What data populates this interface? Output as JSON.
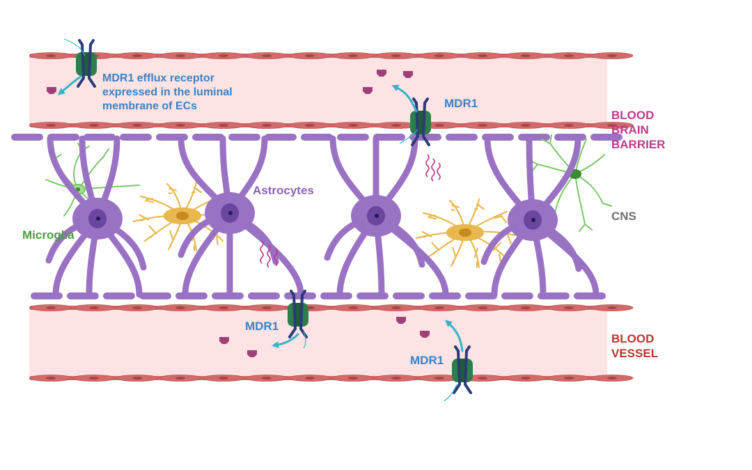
{
  "labels": {
    "mdr1_main_line1": "MDR1 efflux receptor",
    "mdr1_main_line2": "expressed in the luminal",
    "mdr1_main_line3": "membrane of ECs",
    "mdr1_top": "MDR1",
    "mdr1_bottom_left": "MDR1",
    "mdr1_bottom_right": "MDR1",
    "astrocytes": "Astrocytes",
    "microglia": "Microglia",
    "cns": "CNS",
    "bbb_line1": "BLOOD",
    "bbb_line2": "BRAIN",
    "bbb_line3": "BARRIER",
    "vessel_line1": "BLOOD",
    "vessel_line2": "VESSEL"
  },
  "colors": {
    "vessel_fill": "#fde3e3",
    "endothelium": "#d36a6a",
    "astrocyte": "#9a72c4",
    "astrocyte_nucleus": "#6a46a0",
    "pericyte": "#e8b84e",
    "microglia": "#78c868",
    "transporter_green": "#2e7d4a",
    "transporter_navy": "#2b3a78",
    "efflux_arrow": "#32b4c8",
    "drug": "#a0407a",
    "signal": "#c0388a"
  }
}
